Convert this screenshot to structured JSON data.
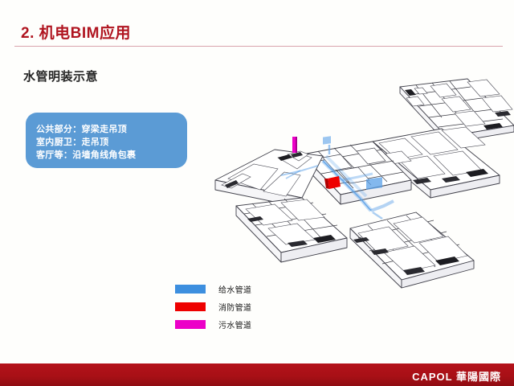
{
  "slide": {
    "title": "2. 机电BIM应用",
    "subtitle": "水管明装示意",
    "background_color": "#fefefc",
    "title_color": "#b01520",
    "divider_color": "#d9a3ad"
  },
  "callout": {
    "background_color": "#5b9bd5",
    "text_color": "#ffffff",
    "lines": [
      "公共部分：穿梁走吊顶",
      "室内厨卫：走吊顶",
      "客厅等：沿墙角线角包裹"
    ]
  },
  "legend": {
    "items": [
      {
        "label": "给水管道",
        "color": "#3d8fdf"
      },
      {
        "label": "消防管道",
        "color": "#ee0000"
      },
      {
        "label": "污水管道",
        "color": "#ec00c8"
      }
    ]
  },
  "model": {
    "description": "机电BIM三维轴测图",
    "line_color": "#3a3a42",
    "fill_color": "#ffffff",
    "shade_color": "#1d1d22",
    "pipes": {
      "supply_color": "#5aa0e8",
      "fire_color": "#ee0000",
      "sewage_color": "#ec00c8"
    }
  },
  "footer": {
    "logo": "CAPOL 華陽國際",
    "background_color": "#a81016",
    "text_color": "#ffffff"
  }
}
